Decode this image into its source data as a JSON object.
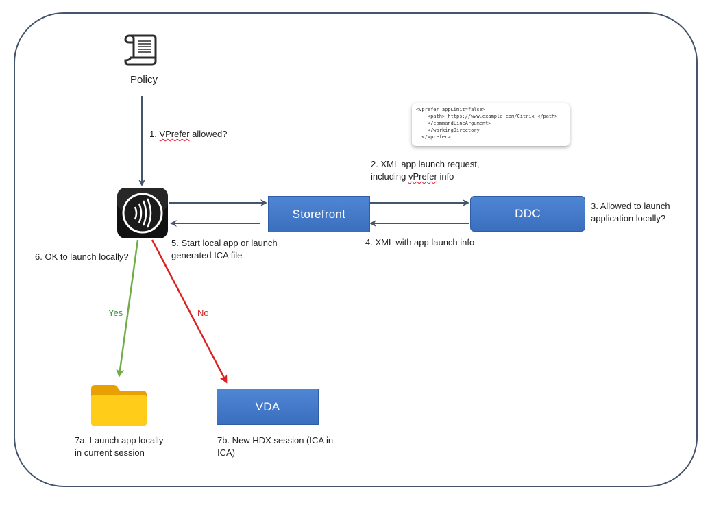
{
  "policy": {
    "label": "Policy",
    "icon": "scroll-document-icon"
  },
  "workspace_app": {
    "icon": "citrix-workspace-icon"
  },
  "storefront": {
    "label": "Storefront"
  },
  "ddc": {
    "label": "DDC"
  },
  "vda": {
    "label": "VDA"
  },
  "xml_snippet": [
    "<vprefer appLimit=false>",
    "    <path> https://www.example.com/Citrix </path>",
    "    </commandLineArgument>",
    "    </workingDirectory",
    "  </vprefer>"
  ],
  "steps": {
    "s1_prefix": "1. ",
    "s1_word": "VPrefer",
    "s1_suffix": " allowed?",
    "s2_line1": "2. XML app launch request,",
    "s2_prefix": "including ",
    "s2_word": "vPrefer",
    "s2_suffix": " info",
    "s3_line1": "3. Allowed to launch",
    "s3_line2": "application locally?",
    "s4": "4. XML with app launch info",
    "s5_line1": "5. Start local app or launch",
    "s5_line2": "generated ICA file",
    "s6": "6. OK to launch locally?",
    "yes": "Yes",
    "no": "No",
    "s7a_line1": "7a. Launch app locally",
    "s7a_line2": "in current session",
    "s7b_line1": "7b. New HDX session (ICA in",
    "s7b_line2": "ICA)"
  },
  "colors": {
    "frame": "#44546a",
    "arrow": "#44546a",
    "yes_arrow": "#70ad47",
    "no_arrow": "#e02020",
    "box_fill": "#4472c4",
    "folder": "#f5c400"
  }
}
